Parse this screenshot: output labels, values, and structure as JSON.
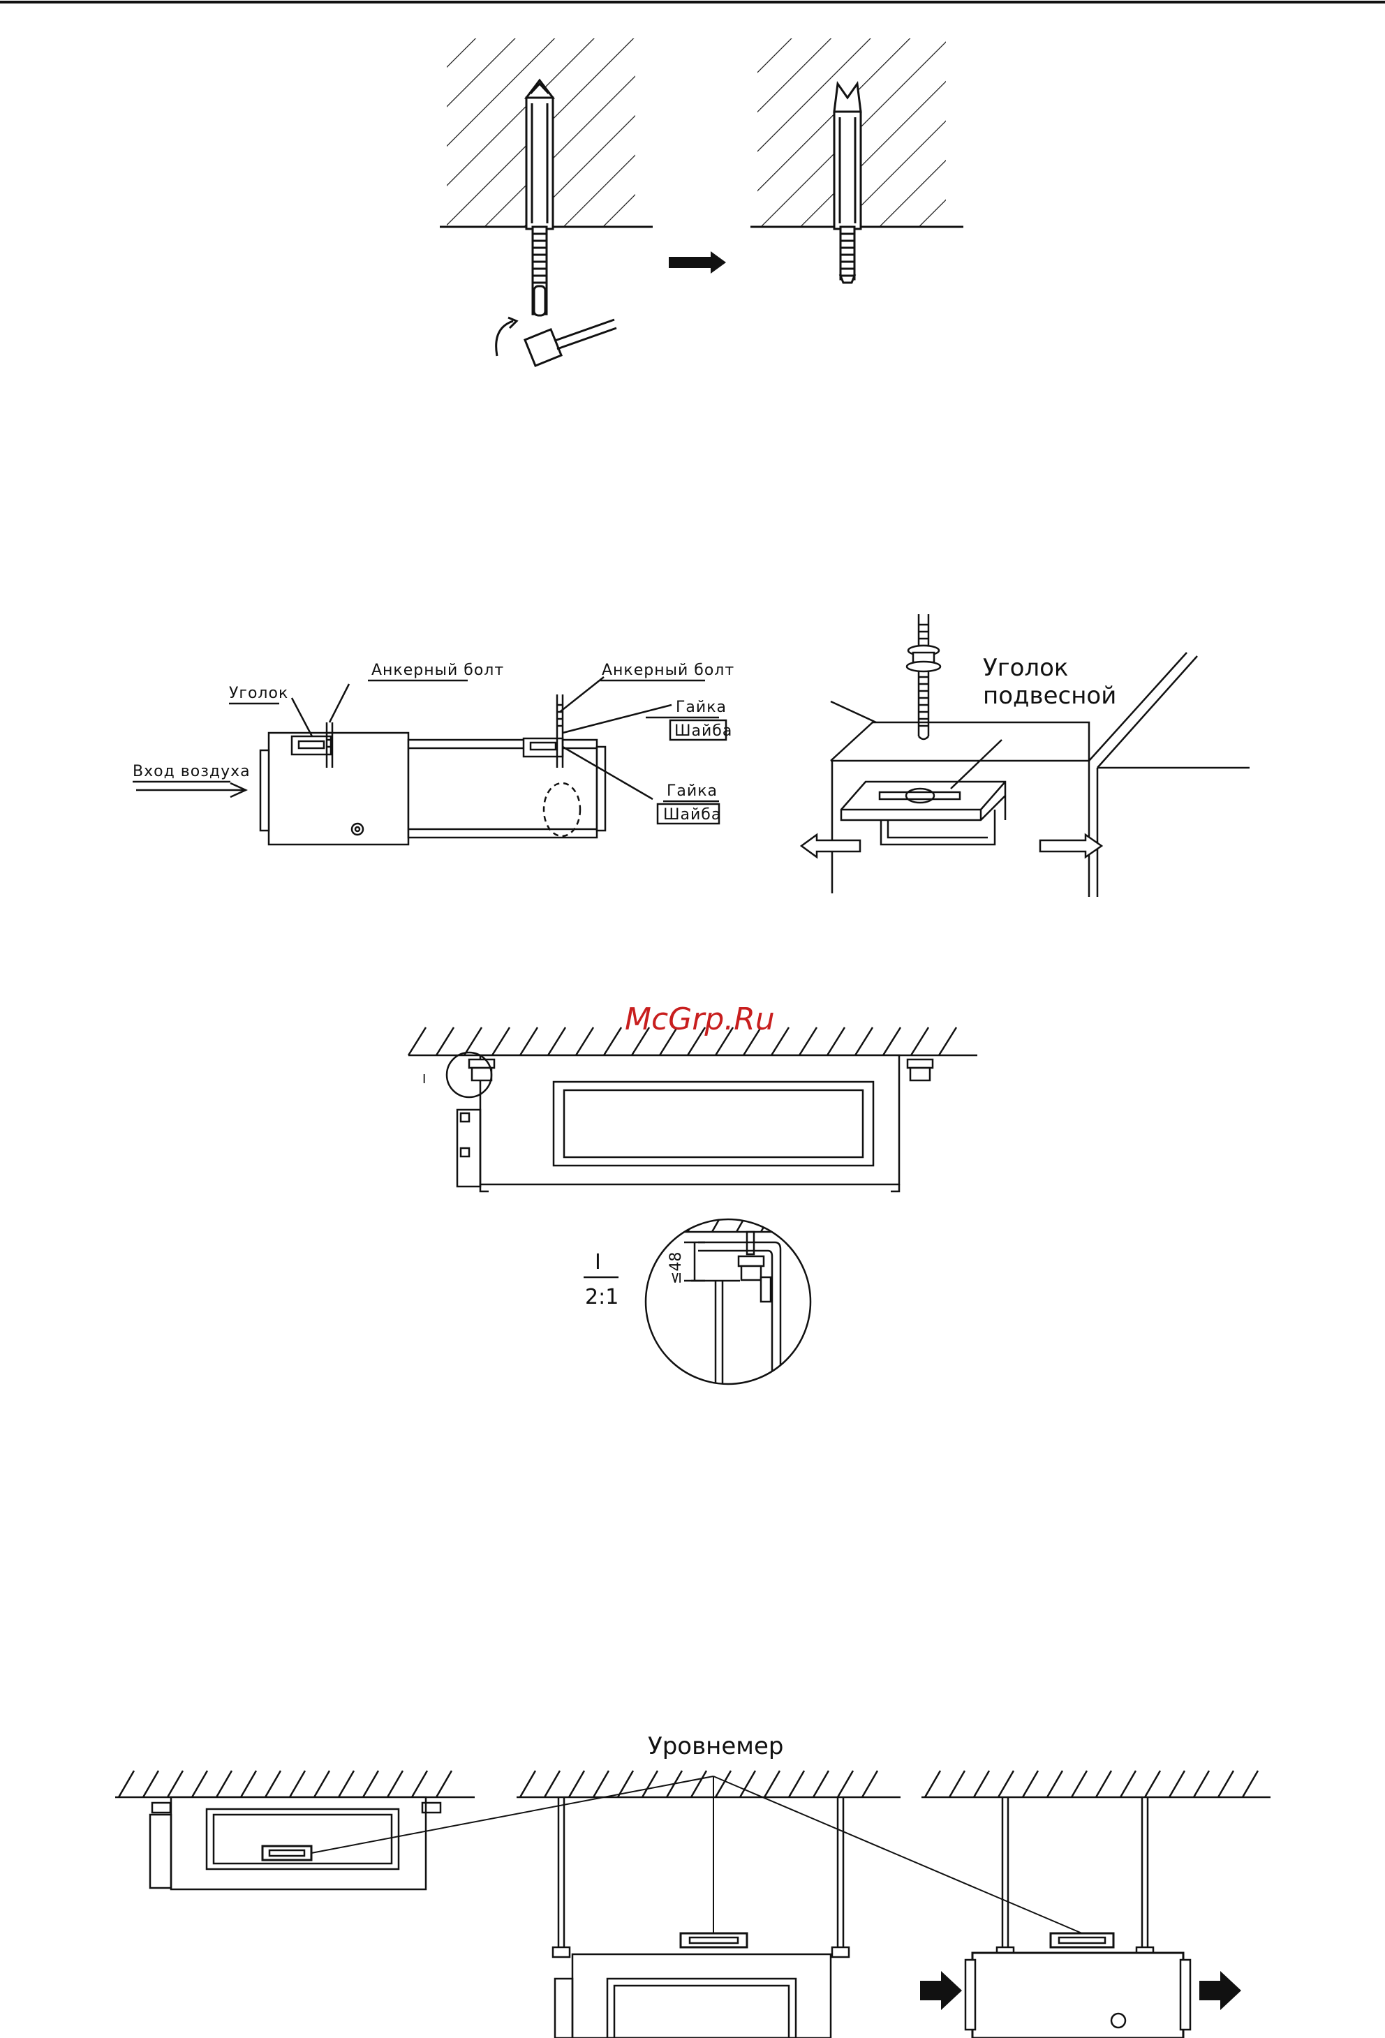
{
  "watermark": "McGrp.Ru",
  "figure_bracket": {
    "bolt_left": "Анкерный болт",
    "bolt_right": "Анкерный болт",
    "corner": "Уголок",
    "inlet": "Вход воздуха",
    "nut_top": "Гайка",
    "washer_top": "Шайба",
    "nut_bottom": "Гайка",
    "washer_bottom": "Шайба"
  },
  "figure_hanger": {
    "line1": "Уголок",
    "line2": "подвесной"
  },
  "figure_detail": {
    "marker": "I",
    "scale_top": "I",
    "scale_bottom": "2:1",
    "dimension": "≤48"
  },
  "figure_level": {
    "label": "Уровнемер"
  },
  "colors": {
    "line": "#111111",
    "watermark": "#c81e1e"
  }
}
